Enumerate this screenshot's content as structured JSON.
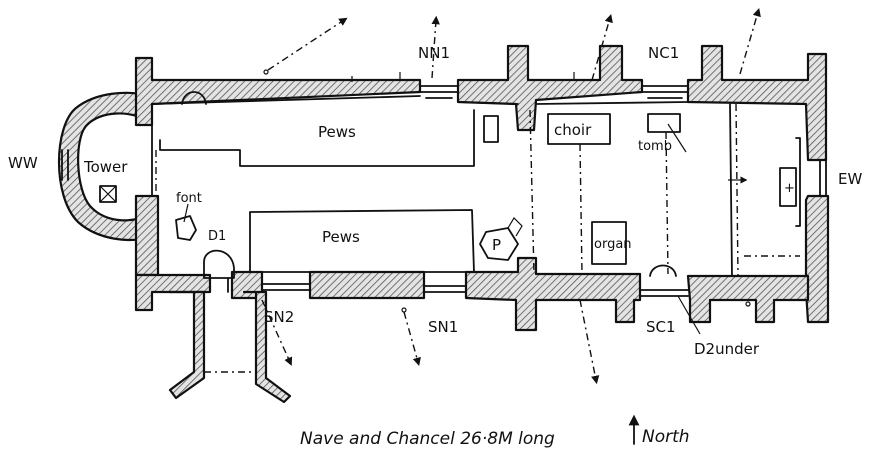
{
  "labels": {
    "ww": "WW",
    "ew": "EW",
    "tower": "Tower",
    "font": "font",
    "d1": "D1",
    "pews_north": "Pews",
    "pews_south": "Pews",
    "pulpit": "P",
    "choir": "choir",
    "tomb": "tomb",
    "organ": "organ",
    "nn1": "NN1",
    "nc1": "NC1",
    "sn2": "SN2",
    "sn1": "SN1",
    "sc1": "SC1",
    "d2": "D2under",
    "altar_cross": "+"
  },
  "caption": {
    "text": "Nave and Chancel 26·8M long",
    "north": "North"
  },
  "colors": {
    "ink": "#111111",
    "paper": "#ffffff",
    "hatch": "#555555"
  }
}
